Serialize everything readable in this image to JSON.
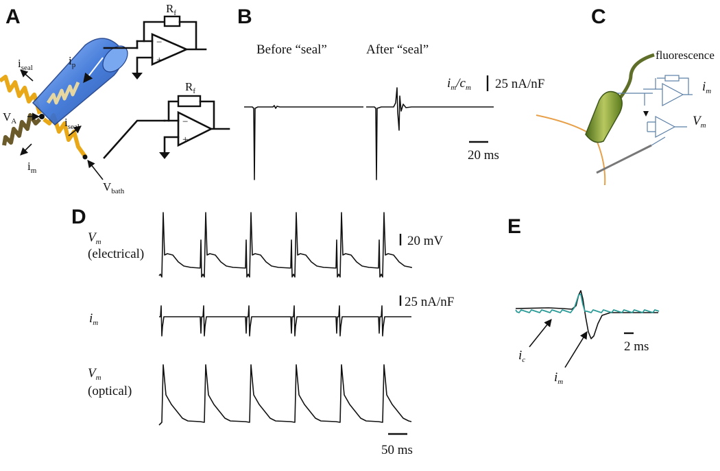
{
  "panels": {
    "A": {
      "letter": "A",
      "labels": {
        "rf1_main": "R",
        "rf1_sub": "f",
        "rf2_main": "R",
        "rf2_sub": "f",
        "iseal1_main": "i",
        "iseal1_sub": "seal",
        "iseal2_main": "i",
        "iseal2_sub": "seal",
        "ip_main": "i",
        "ip_sub": "p",
        "va_main": "V",
        "va_sub": "A",
        "im_main": "i",
        "im_sub": "m",
        "vbath_main": "V",
        "vbath_sub": "bath",
        "minus": "−",
        "plus": "+"
      }
    },
    "B": {
      "letter": "B",
      "before_label": "Before “seal”",
      "after_label": "After “seal”",
      "ylabel_i": "i",
      "ylabel_i_sub": "m",
      "ylabel_slash": "/",
      "ylabel_c": "c",
      "ylabel_c_sub": "m",
      "scale_y": "25 nA/nF",
      "scale_x": "20 ms"
    },
    "C": {
      "letter": "C",
      "fluor_label": "fluorescence",
      "im_main": "i",
      "im_sub": "m",
      "vm_main": "V",
      "vm_sub": "m",
      "colors": {
        "tissue": "#e8a048",
        "pipette": "#7c9a2c",
        "amp": "#5b7fa6",
        "fiber": "#555555"
      }
    },
    "D": {
      "letter": "D",
      "row1_main": "V",
      "row1_sub": "m",
      "row1_note": "(electrical)",
      "row2_main": "i",
      "row2_sub": "m",
      "row3_main": "V",
      "row3_sub": "m",
      "row3_note": "(optical)",
      "scale_v": "20 mV",
      "scale_i": "25 nA/nF",
      "scale_t": "50 ms"
    },
    "E": {
      "letter": "E",
      "ic_main": "i",
      "ic_sub": "c",
      "im_main": "i",
      "im_sub": "m",
      "scale_t": "2 ms",
      "colors": {
        "ic": "#2a9a96",
        "im": "#111111"
      }
    }
  },
  "colors": {
    "spring_yellow": "#e8a818",
    "spring_brown": "#6b5a2a",
    "pipette_blue": "#3a74d8"
  }
}
